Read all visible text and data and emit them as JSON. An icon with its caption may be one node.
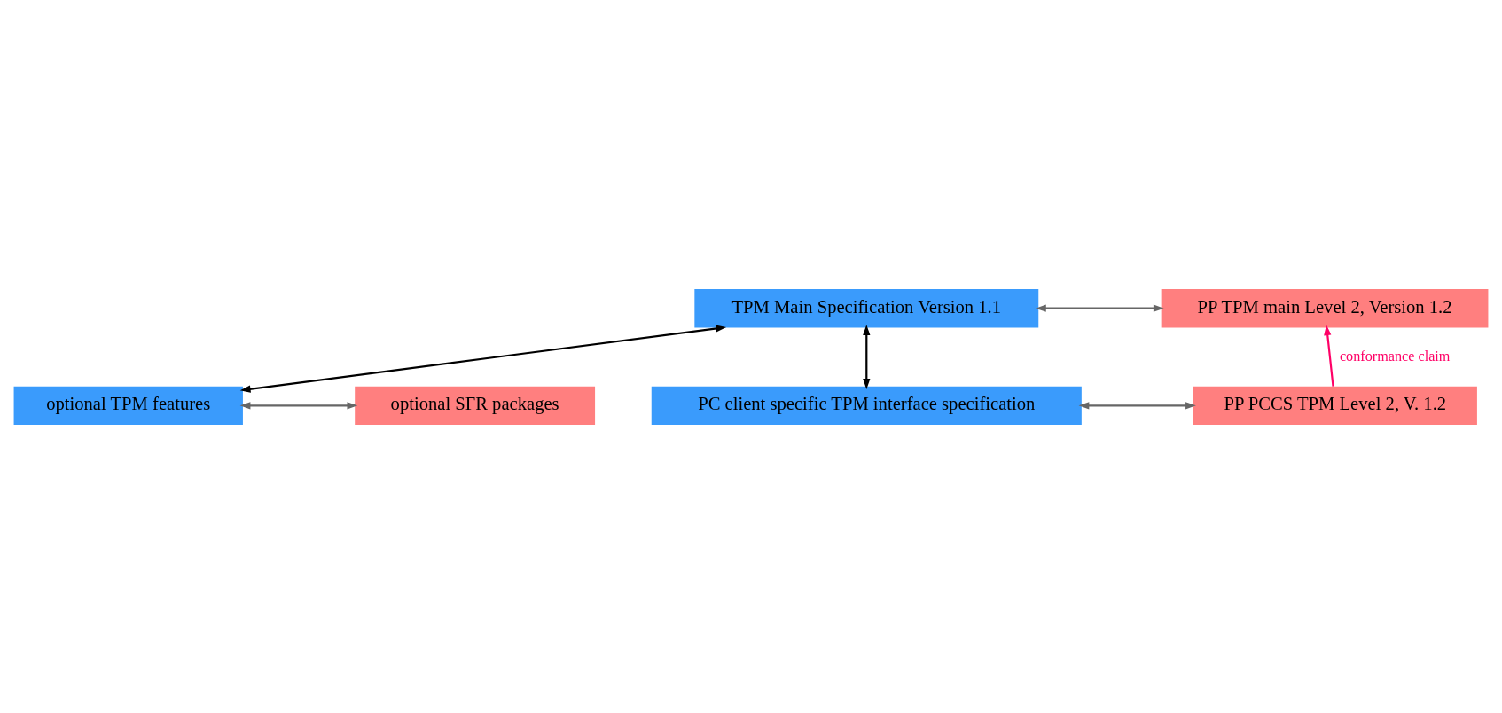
{
  "diagram": {
    "nodes": [
      {
        "text": [
          "TPM Main Specification Version 1.1"
        ]
      },
      {
        "text": [
          "PP TPM main Level 2, Version 1.2"
        ]
      },
      {
        "text": [
          "PC client specific TPM interface specification"
        ]
      },
      {
        "text": [
          "PP PCCS TPM Level 2, V. 1.2"
        ]
      },
      {
        "text": [
          "optional TPM features"
        ]
      },
      {
        "text": [
          "optional SFR packages"
        ]
      }
    ],
    "edges": [
      {
        "from": 0,
        "to": 1,
        "arrow": "both"
      },
      {
        "from": 3,
        "to": 1,
        "arrow": "to",
        "label": "conformance claim",
        "color": "#ff0066"
      },
      {
        "from": 0,
        "to": 2,
        "arrow": "both",
        "color": "#000000"
      },
      {
        "from": 0,
        "to": 4,
        "arrow": "both",
        "color": "#000000"
      },
      {
        "from": 2,
        "to": 3,
        "arrow": "both"
      },
      {
        "from": 4,
        "to": 5,
        "arrow": "both"
      }
    ]
  }
}
